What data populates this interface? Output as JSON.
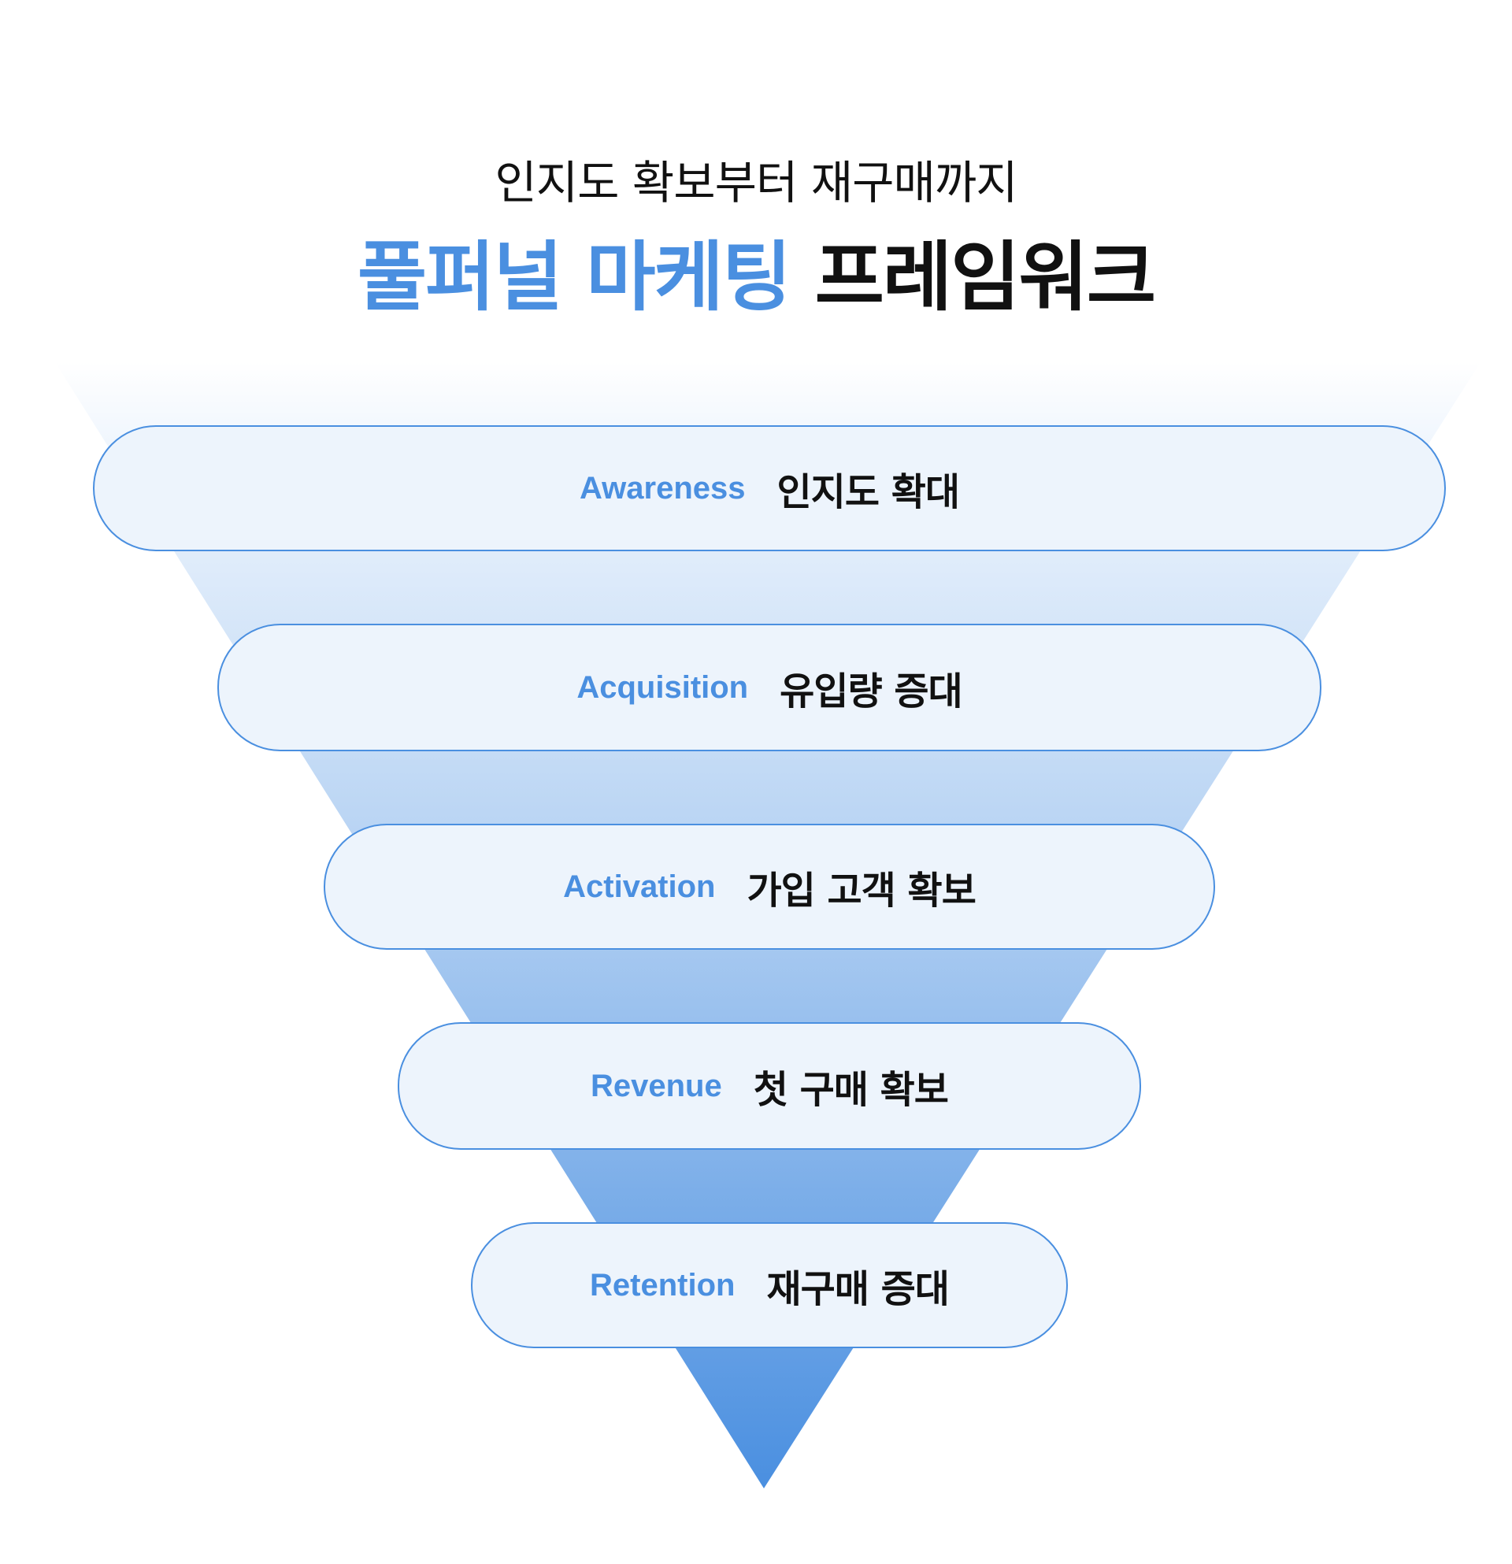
{
  "header": {
    "subtitle": "인지도 확보부터 재구매까지",
    "title_accent": "풀퍼널 마케팅",
    "title_rest": "프레임워크"
  },
  "funnel": {
    "stages": [
      {
        "en": "Awareness",
        "ko": "인지도 확대"
      },
      {
        "en": "Acquisition",
        "ko": "유입량 증대"
      },
      {
        "en": "Activation",
        "ko": "가입 고객 확보"
      },
      {
        "en": "Revenue",
        "ko": "첫 구매 확보"
      },
      {
        "en": "Retention",
        "ko": "재구매 증대"
      }
    ]
  },
  "colors": {
    "accent": "#4a8fe0",
    "stage_fill": "#edf4fc",
    "text": "#111111"
  }
}
